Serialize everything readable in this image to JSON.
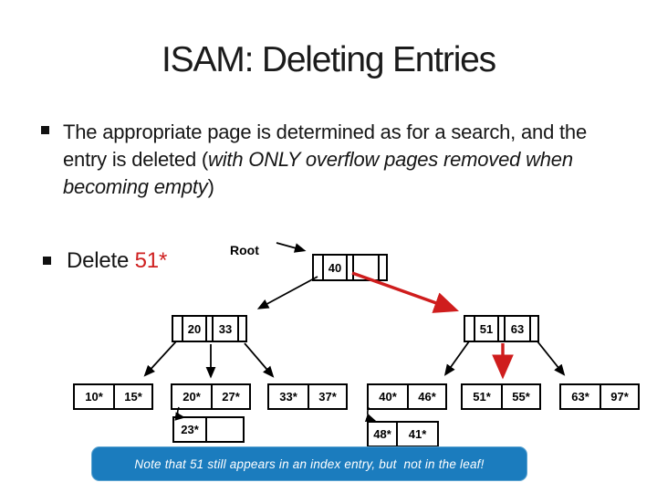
{
  "title": "ISAM: Deleting Entries",
  "bullets": {
    "b1": {
      "line1": "The appropriate page is determined as for a search, and the",
      "line2_plain": "entry is deleted (",
      "line2_italic": "with ONLY overflow pages removed when",
      "line3_italic": "becoming empty",
      "line3_plain": ")"
    },
    "b2": {
      "plain": "Delete ",
      "highlight": "51*"
    }
  },
  "diagram": {
    "root_label": "Root",
    "nodes": {
      "root": {
        "keys": [
          "40",
          ""
        ]
      },
      "left": {
        "keys": [
          "20",
          "33"
        ]
      },
      "right": {
        "keys": [
          "51",
          "63"
        ]
      }
    },
    "leaves": [
      [
        "10*",
        "15*"
      ],
      [
        "20*",
        "27*"
      ],
      [
        "33*",
        "37*"
      ],
      [
        "40*",
        "46*"
      ],
      [
        "51*",
        "55*"
      ],
      [
        "63*",
        "97*"
      ]
    ],
    "overflow": [
      [
        "23*",
        ""
      ],
      [
        "48*",
        "41*"
      ]
    ]
  },
  "note": {
    "text": "Note that 51 still appears in an index entry, but  not in the leaf!"
  },
  "colors": {
    "key_red": "#cf2020",
    "arrow_red": "#cf1d1d",
    "note_blue": "#1b7cbe",
    "note_border": "#5ba3d0",
    "note_text": "#ffffff"
  }
}
